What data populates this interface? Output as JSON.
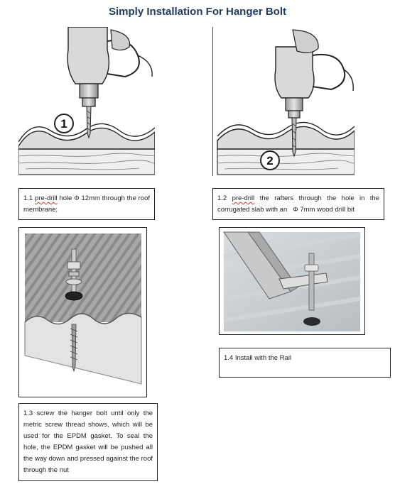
{
  "page": {
    "title": "Simply Installation For Hanger Bolt"
  },
  "steps": [
    {
      "id": "1.1",
      "badge": "1",
      "caption_prefix": "1.1 ",
      "caption_flagged": "pre-drill",
      "caption_rest": " hole Φ 12mm through the roof membrane;"
    },
    {
      "id": "1.2",
      "badge": "2",
      "caption_prefix": "1.2 ",
      "caption_flagged": "pre-drill",
      "caption_rest": " the rafters through the hole in the corrugated slab with an   Φ 7mm wood drill bit"
    },
    {
      "id": "1.3",
      "caption": "1.3 screw the hanger bolt until only the metric screw thread shows, which will be used for the EPDM gasket. To seal the hole, the EPDM gasket will be pushed all the way down and pressed against the roof through the nut"
    },
    {
      "id": "1.4",
      "caption": "1.4 Install with the Rail"
    }
  ]
}
